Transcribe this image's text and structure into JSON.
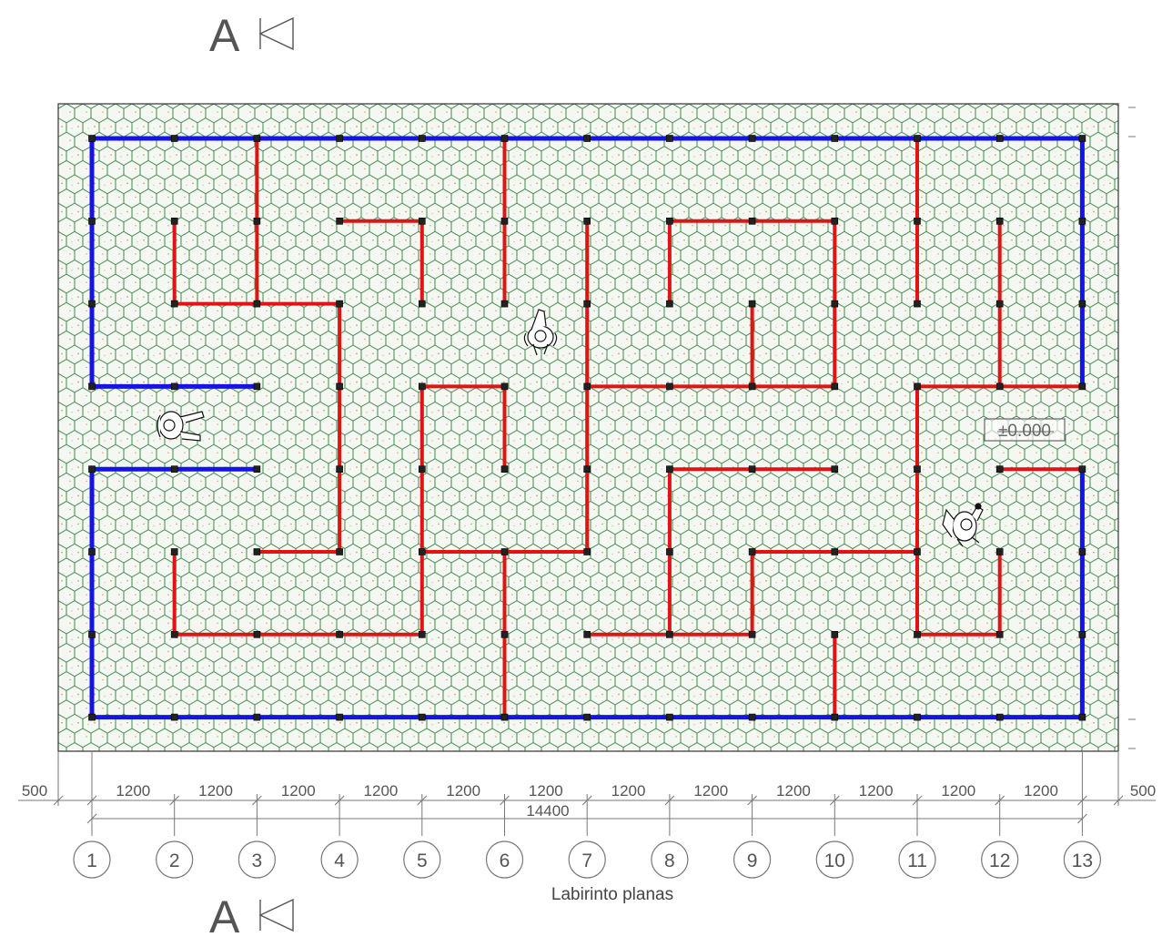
{
  "drawing": {
    "title": "Labirinto planas",
    "section_marker": "A",
    "level_mark": "±0.000",
    "edge_offset": "500",
    "bay_width": "1200",
    "total_length": "14400",
    "axes": [
      "1",
      "2",
      "3",
      "4",
      "5",
      "6",
      "7",
      "8",
      "9",
      "10",
      "11",
      "12",
      "13"
    ],
    "colors": {
      "outer_wall": "#1414e6",
      "inner_wall": "#e01414",
      "floor_pattern": "#2e7d3a",
      "floor_background": "#f4f7f2",
      "dimension_lines": "#777777",
      "post": "#222222"
    },
    "figures": [
      {
        "name": "person-figure-top",
        "label": "person"
      },
      {
        "name": "person-figure-left",
        "label": "person"
      },
      {
        "name": "person-figure-right",
        "label": "person"
      }
    ]
  }
}
